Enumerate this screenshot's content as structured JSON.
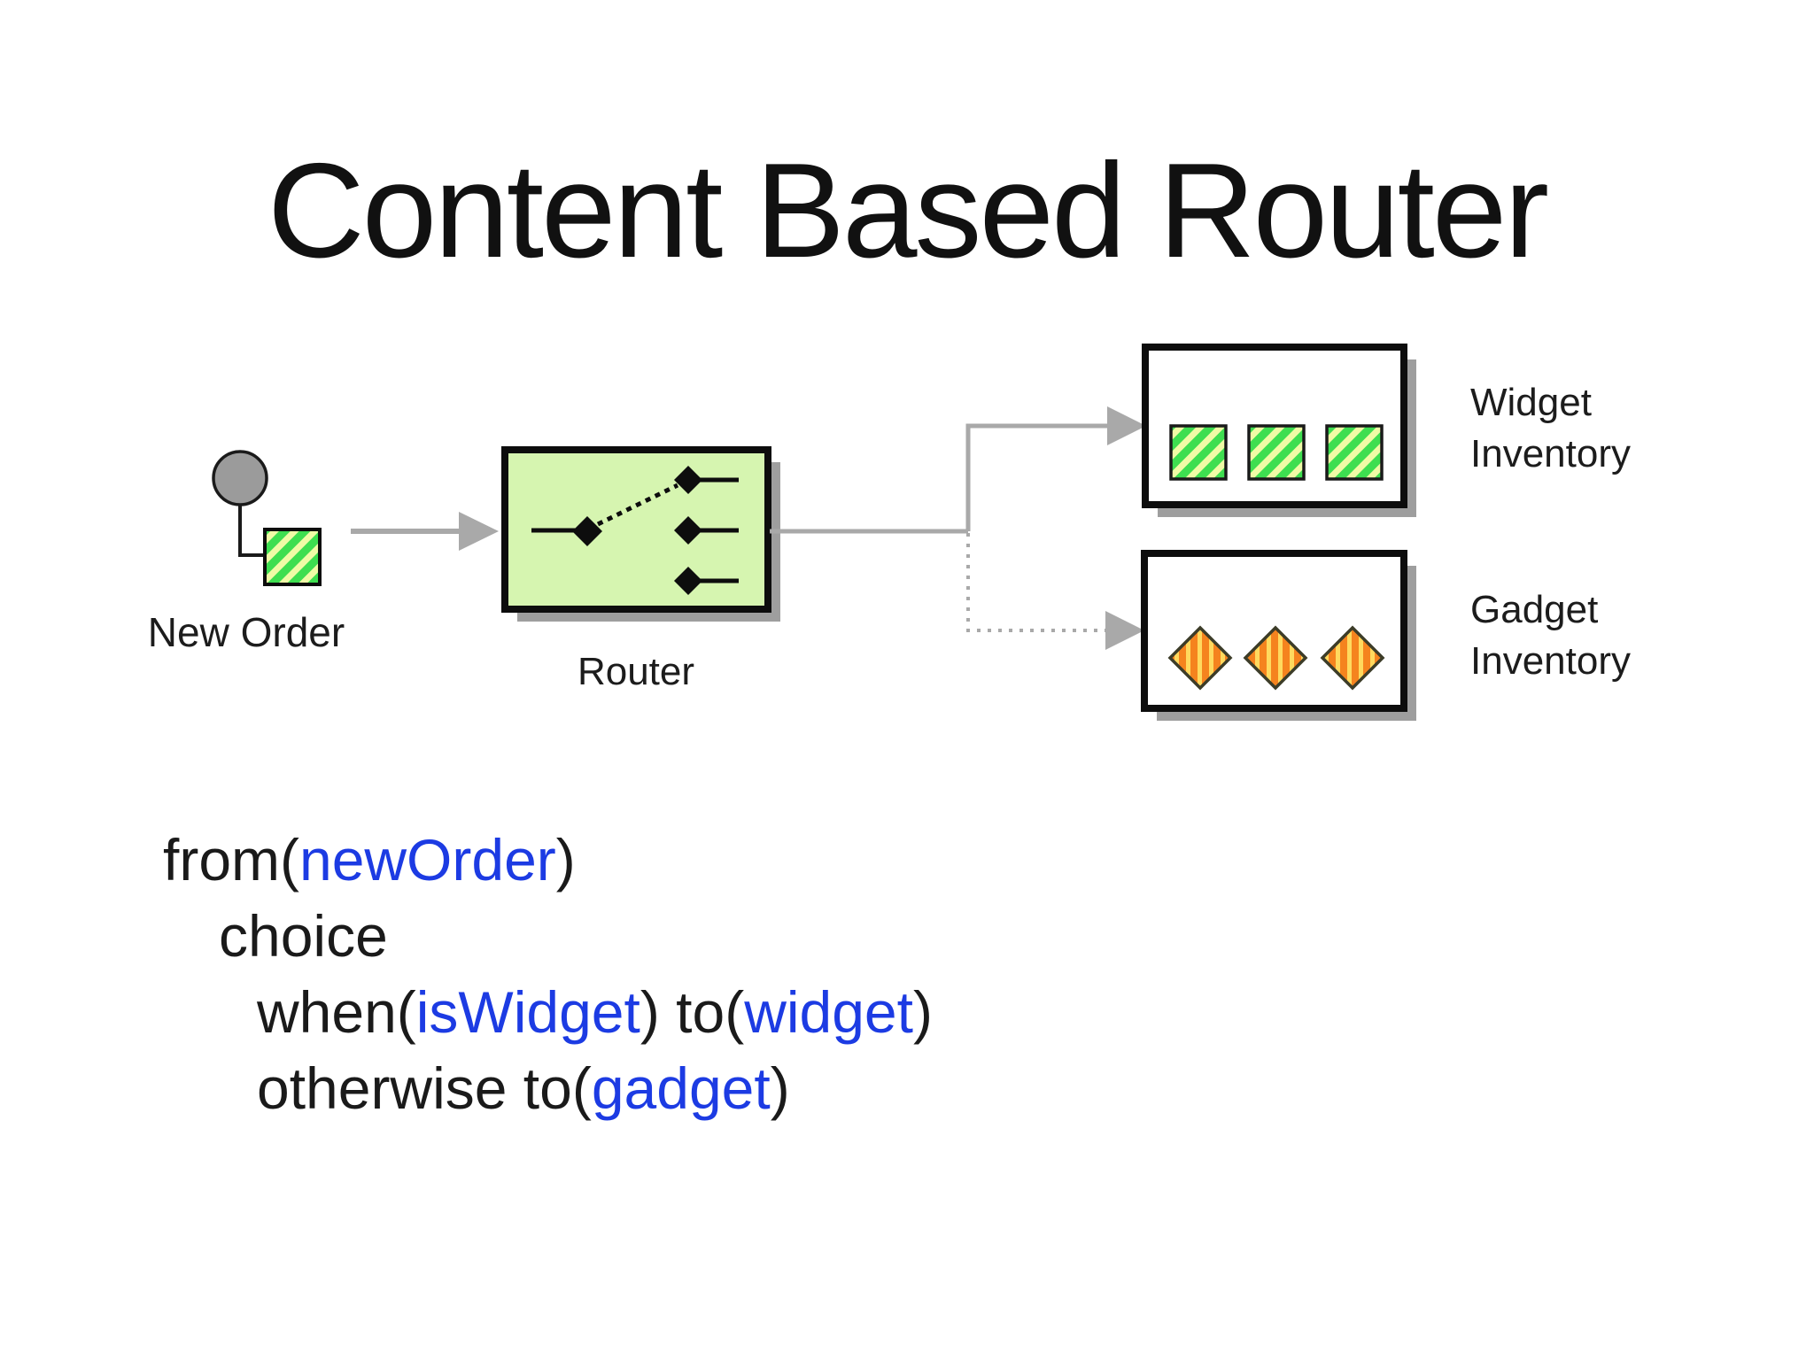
{
  "slide": {
    "title": "Content Based Router"
  },
  "diagram": {
    "new_order_label": "New Order",
    "router_label": "Router",
    "widget_inventory": {
      "line1": "Widget",
      "line2": "Inventory"
    },
    "gadget_inventory": {
      "line1": "Gadget",
      "line2": "Inventory"
    },
    "icons": {
      "new_order": "message-icon (circle with hatched green square)",
      "router": "router-switch-icon (selector switch with three outputs)",
      "widget_items": "three green hatched squares",
      "gadget_items": "three orange striped diamonds",
      "solid_arrow": "gray solid arrow",
      "dotted_arrow": "gray dotted arrow"
    }
  },
  "code": {
    "lines": [
      {
        "segments": [
          {
            "text": "from(",
            "color": "black"
          },
          {
            "text": "newOrder",
            "color": "blue"
          },
          {
            "text": ")",
            "color": "black"
          }
        ]
      },
      {
        "segments": [
          {
            "text": "choice",
            "color": "black"
          }
        ]
      },
      {
        "segments": [
          {
            "text": "when(",
            "color": "black"
          },
          {
            "text": "isWidget",
            "color": "blue"
          },
          {
            "text": ") to(",
            "color": "black"
          },
          {
            "text": "widget",
            "color": "blue"
          },
          {
            "text": ")",
            "color": "black"
          }
        ]
      },
      {
        "segments": [
          {
            "text": "otherwise to(",
            "color": "black"
          },
          {
            "text": "gadget",
            "color": "blue"
          },
          {
            "text": ")",
            "color": "black"
          }
        ]
      }
    ]
  },
  "colors": {
    "background": "#ffffff",
    "title_text": "#111111",
    "code_black": "#1a1a1a",
    "code_blue": "#1c3be3",
    "arrow_gray": "#a9a9a9",
    "shadow_gray": "#9e9e9e",
    "message_circle_gray": "#9b9b9b",
    "router_fill": "#d6f5b0",
    "widget_green": "#3ede50",
    "widget_stripe_yellow": "#f0fba6",
    "gadget_orange": "#f5831e",
    "gadget_stripe_yellow": "#ffd95e",
    "outline_black": "#0d0d0d"
  }
}
